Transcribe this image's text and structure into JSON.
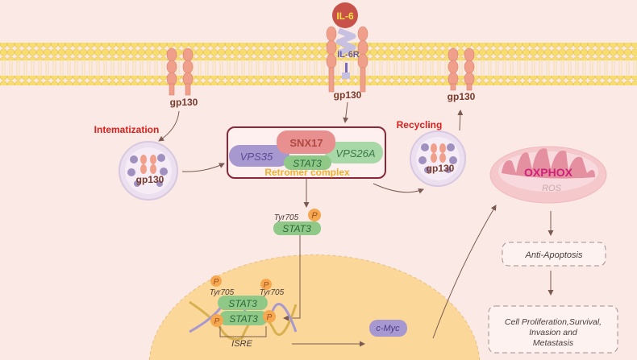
{
  "ligand": {
    "label": "IL-6"
  },
  "receptor": {
    "label": "IL-6R"
  },
  "gp130": {
    "left": "gp130",
    "center": "gp130",
    "right": "gp130",
    "vesicle_left": "gp130",
    "vesicle_right": "gp130"
  },
  "process": {
    "internalization": "Intematization",
    "recycling": "Recycling"
  },
  "retromer": {
    "snx17": "SNX17",
    "vps35": "VPS35",
    "vps26a": "VPS26A",
    "stat3": "STAT3",
    "label": "Retromer complex"
  },
  "phospho_stat3": {
    "p": "P",
    "site": "Tyr705",
    "protein": "STAT3"
  },
  "nucleus": {
    "p1": "P",
    "p2": "P",
    "p3": "P",
    "p4": "P",
    "site1": "Tyr705",
    "site2": "Tyr705",
    "stat3_top": "STAT3",
    "stat3_bottom": "STAT3",
    "isre": "ISRE",
    "cmyc": "c-Myc"
  },
  "mito": {
    "oxphox": "OXPHOX",
    "ros": "ROS"
  },
  "outcomes": {
    "anti_apoptosis": "Anti-Apoptosis",
    "line1": "Cell Proliferation,Survival,",
    "line2": "Invasion and",
    "line3": "Metastasis"
  },
  "colors": {
    "background": "#fbe9e6",
    "membrane": "#f7dc6f",
    "receptor": "#f0a08a",
    "il6": "#c8524a",
    "red_label": "#d8201c",
    "retromer_label": "#f0b030",
    "nucleus": "#fbd89a",
    "oxphox": "#d0207a"
  }
}
